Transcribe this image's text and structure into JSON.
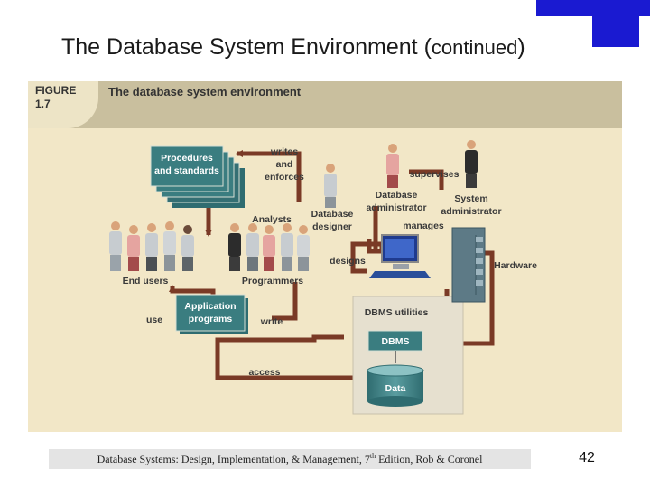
{
  "slide": {
    "title_main": "The Database System Environment (",
    "title_cont": "continued",
    "title_end": ")",
    "footer_pre": "Database Systems: Design, Implementation, & Management, 7",
    "footer_sup": "th",
    "footer_post": " Edition, Rob & Coronel",
    "page_number": "42"
  },
  "figure": {
    "label_line1": "FIGURE",
    "label_line2": "1.7",
    "title": "The database system environment"
  },
  "diagram": {
    "procedures_line1": "Procedures",
    "procedures_line2": "and standards",
    "writes_1": "writes",
    "writes_2": "and",
    "writes_3": "enforces",
    "supervises": "supervises",
    "dba_1": "Database",
    "dba_2": "administrator",
    "sysadmin_1": "System",
    "sysadmin_2": "administrator",
    "analysts": "Analysts",
    "db_designer_1": "Database",
    "db_designer_2": "designer",
    "manages": "manages",
    "designs": "designs",
    "hardware": "Hardware",
    "end_users": "End users",
    "programmers": "Programmers",
    "app_1": "Application",
    "app_2": "programs",
    "use": "use",
    "write": "write",
    "dbms_utilities": "DBMS utilities",
    "dbms": "DBMS",
    "data": "Data",
    "access": "access"
  },
  "colors": {
    "arrow": "#7a3a26",
    "box_teal": "#3a7d80",
    "corner_blue": "#1a1ad1",
    "figure_bg": "#f2e7c7",
    "header_bg": "#c9bf9e"
  }
}
